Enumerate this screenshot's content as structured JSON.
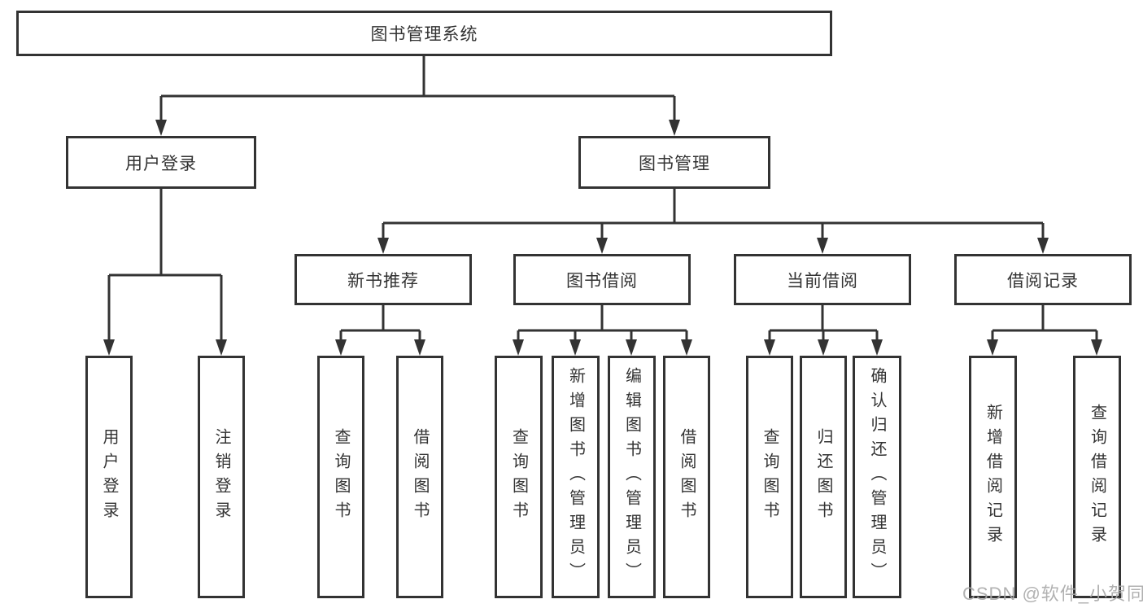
{
  "tree": {
    "label": "图书管理系统",
    "children": [
      {
        "label": "用户登录",
        "children": [
          {
            "label": "用户登录"
          },
          {
            "label": "注销登录"
          }
        ]
      },
      {
        "label": "图书管理",
        "children": [
          {
            "label": "新书推荐",
            "children": [
              {
                "label": "查询图书"
              },
              {
                "label": "借阅图书"
              }
            ]
          },
          {
            "label": "图书借阅",
            "children": [
              {
                "label": "查询图书"
              },
              {
                "label": "新增图书（管理员）"
              },
              {
                "label": "编辑图书（管理员）"
              },
              {
                "label": "借阅图书"
              }
            ]
          },
          {
            "label": "当前借阅",
            "children": [
              {
                "label": "查询图书"
              },
              {
                "label": "归还图书"
              },
              {
                "label": "确认归还（管理员）"
              }
            ]
          },
          {
            "label": "借阅记录",
            "children": [
              {
                "label": "新增借阅记录"
              },
              {
                "label": "查询借阅记录"
              }
            ]
          }
        ]
      }
    ]
  },
  "watermark": {
    "text": "CSDN @软件_小贺同学"
  },
  "colors": {
    "line": "#333333",
    "box_border": "#333333",
    "box_fill": "#ffffff",
    "text": "#333333",
    "watermark": "#a9a9a9"
  }
}
